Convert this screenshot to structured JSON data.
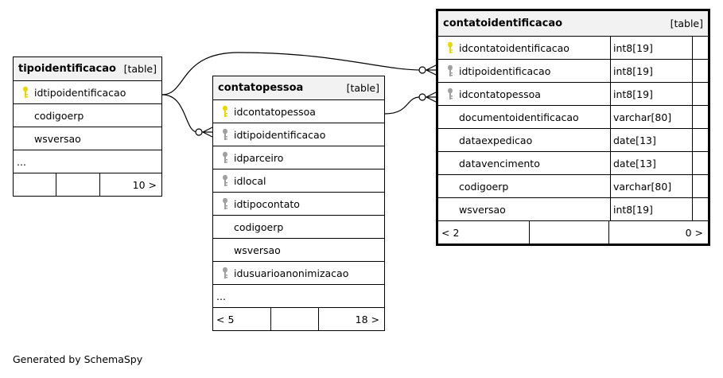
{
  "tables": {
    "tipoidentificacao": {
      "name": "tipoidentificacao",
      "type_label": "[table]",
      "rows": [
        {
          "name": "idtipoidentificacao",
          "key": "primary"
        },
        {
          "name": "codigoerp",
          "key": "none"
        },
        {
          "name": "wsversao",
          "key": "none"
        },
        {
          "name": "...",
          "key": "none"
        }
      ],
      "footer": {
        "left": "",
        "mid": "",
        "right": "10 >"
      }
    },
    "contatopessoa": {
      "name": "contatopessoa",
      "type_label": "[table]",
      "rows": [
        {
          "name": "idcontatopessoa",
          "key": "primary"
        },
        {
          "name": "idtipoidentificacao",
          "key": "foreign"
        },
        {
          "name": "idparceiro",
          "key": "foreign"
        },
        {
          "name": "idlocal",
          "key": "foreign"
        },
        {
          "name": "idtipocontato",
          "key": "foreign"
        },
        {
          "name": "codigoerp",
          "key": "none"
        },
        {
          "name": "wsversao",
          "key": "none"
        },
        {
          "name": "idusuarioanonimizacao",
          "key": "foreign"
        },
        {
          "name": "...",
          "key": "none"
        }
      ],
      "footer": {
        "left": "< 5",
        "mid": "",
        "right": "18 >"
      }
    },
    "contatoidentificacao": {
      "name": "contatoidentificacao",
      "type_label": "[table]",
      "rows": [
        {
          "name": "idcontatoidentificacao",
          "type": "int8[19]",
          "key": "primary"
        },
        {
          "name": "idtipoidentificacao",
          "type": "int8[19]",
          "key": "foreign"
        },
        {
          "name": "idcontatopessoa",
          "type": "int8[19]",
          "key": "foreign"
        },
        {
          "name": "documentoidentificacao",
          "type": "varchar[80]",
          "key": "none"
        },
        {
          "name": "dataexpedicao",
          "type": "date[13]",
          "key": "none"
        },
        {
          "name": "datavencimento",
          "type": "date[13]",
          "key": "none"
        },
        {
          "name": "codigoerp",
          "type": "varchar[80]",
          "key": "none"
        },
        {
          "name": "wsversao",
          "type": "int8[19]",
          "key": "none"
        }
      ],
      "footer": {
        "left": "< 2",
        "mid": "",
        "right": "0 >"
      }
    }
  },
  "footer_text": "Generated by SchemaSpy",
  "colors": {
    "primary_key": "#e8d800",
    "foreign_key": "#a0a0a0",
    "header_bg": "#f2f2f2"
  }
}
